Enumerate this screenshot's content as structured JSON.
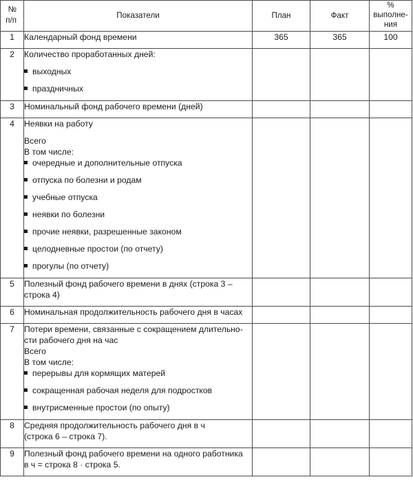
{
  "table": {
    "headers": {
      "num": [
        "№",
        "п/п"
      ],
      "name": "Показатели",
      "plan": "План",
      "fact": "Факт",
      "pct": [
        "% выполне-",
        "ния"
      ]
    },
    "rows": [
      {
        "num": "1",
        "plan": "365",
        "fact": "365",
        "pct": "100",
        "blocks": [
          {
            "kind": "text",
            "text": "Календарный фонд времени"
          }
        ]
      },
      {
        "num": "2",
        "blocks": [
          {
            "kind": "text",
            "text": "Количество проработанных дней:"
          },
          {
            "kind": "bullet",
            "text": "выходных"
          },
          {
            "kind": "bullet",
            "text": "праздничных"
          }
        ]
      },
      {
        "num": "3",
        "blocks": [
          {
            "kind": "text",
            "text": "Номинальный фонд рабочего времени (дней)"
          }
        ]
      },
      {
        "num": "4",
        "blocks": [
          {
            "kind": "text",
            "text": "Неявки на работу"
          },
          {
            "kind": "sub",
            "text": "Всего"
          },
          {
            "kind": "sub",
            "text": "В том числе:"
          },
          {
            "kind": "bullet",
            "text": "очередные и дополнительные отпуска"
          },
          {
            "kind": "bullet",
            "text": "отпуска по болезни и родам"
          },
          {
            "kind": "bullet",
            "text": "учебные отпуска"
          },
          {
            "kind": "bullet",
            "text": "неявки по болезни"
          },
          {
            "kind": "bullet",
            "text": "прочие неявки, разрешенные законом"
          },
          {
            "kind": "bullet",
            "text": "целодневные простои (по отчету)"
          },
          {
            "kind": "bullet",
            "text": "прогулы (по отчету)"
          }
        ]
      },
      {
        "num": "5",
        "blocks": [
          {
            "kind": "wrap",
            "text": "Полезный фонд рабочего времени в днях (строка 3 –"
          },
          {
            "kind": "wrap",
            "text": "строка 4)"
          }
        ]
      },
      {
        "num": "6",
        "blocks": [
          {
            "kind": "text",
            "text": "Номинальная продолжительность рабочего дня в часах"
          }
        ]
      },
      {
        "num": "7",
        "blocks": [
          {
            "kind": "wrap",
            "text": "Потери времени, связанные с сокращением длительно-"
          },
          {
            "kind": "wrap",
            "text": "сти рабочего дня на час"
          },
          {
            "kind": "sub",
            "text": "Всего"
          },
          {
            "kind": "sub",
            "text": "В том числе:"
          },
          {
            "kind": "bullet",
            "text": "перерывы для кормящих матерей"
          },
          {
            "kind": "bullet",
            "text": "сокращенная рабочая неделя для подростков"
          },
          {
            "kind": "bullet",
            "text": "внутрисменные простои (по опыту)"
          }
        ]
      },
      {
        "num": "8",
        "blocks": [
          {
            "kind": "wrap",
            "text": "Средняя продолжительность рабочего дня в ч"
          },
          {
            "kind": "wrap",
            "text": "(строка 6 – строка 7)."
          }
        ]
      },
      {
        "num": "9",
        "blocks": [
          {
            "kind": "wrap",
            "text": "Полезный фонд рабочего времени на одного работника"
          },
          {
            "kind": "wrap",
            "text": "в ч = строка 8 · строка 5."
          }
        ]
      }
    ]
  }
}
